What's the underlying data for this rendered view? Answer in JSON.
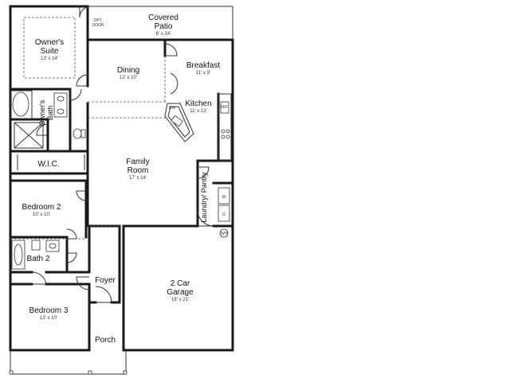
{
  "rooms": {
    "covered_patio": {
      "name": "Covered\nPatio",
      "dim": "6' x 24'"
    },
    "opt": {
      "name": "OPT.\nDOOR"
    },
    "owners_suite": {
      "name": "Owner's\nSuite",
      "dim": "13' x 14'"
    },
    "dining": {
      "name": "Dining",
      "dim": "12' x 10'"
    },
    "breakfast": {
      "name": "Breakfast",
      "dim": "11' x 9'"
    },
    "kitchen": {
      "name": "Kitchen",
      "dim": "11' x 13'"
    },
    "owners_bath": {
      "name": "Owner's\nBath"
    },
    "wic": {
      "name": "W.I.C."
    },
    "family_room": {
      "name": "Family\nRoom",
      "dim": "17' x 14'"
    },
    "laundry_pantry": {
      "name": "Laundry/ Pantry"
    },
    "bedroom2": {
      "name": "Bedroom 2",
      "dim": "10' x 10'"
    },
    "bath2": {
      "name": "Bath 2"
    },
    "foyer": {
      "name": "Foyer"
    },
    "garage": {
      "name": "2 Car\nGarage",
      "dim": "18' x 21'"
    },
    "bedroom3": {
      "name": "Bedroom 3",
      "dim": "13' x 10'"
    },
    "porch": {
      "name": "Porch"
    }
  },
  "annotations": {
    "dw": "DW",
    "ref": "REF",
    "wh": "WH",
    "w": "W",
    "d": "D"
  }
}
